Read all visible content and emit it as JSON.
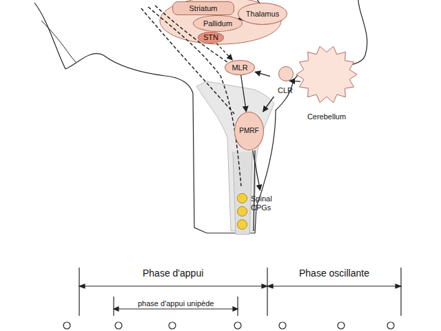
{
  "diagram": {
    "nodes": [
      {
        "text": [
          "Striatum"
        ]
      },
      {
        "text": [
          "Pallidum"
        ]
      },
      {
        "text": [
          "STN"
        ]
      },
      {
        "text": [
          "Thalamus"
        ]
      },
      {
        "text": [
          "MLR"
        ]
      },
      {
        "text": [
          "CLR"
        ]
      },
      {
        "text": [
          "Cerebellum"
        ]
      },
      {
        "text": [
          "PMRF"
        ]
      },
      {
        "text": [
          "Spinal CPGs"
        ]
      }
    ],
    "edges": [
      {
        "from": 1,
        "to": 3,
        "arrow": "to"
      },
      {
        "from": 2,
        "to": 4,
        "arrow": "to"
      },
      {
        "from": 4,
        "to": 7,
        "arrow": "to"
      },
      {
        "from": 5,
        "to": 4,
        "arrow": "to"
      },
      {
        "from": 5,
        "to": 7,
        "arrow": "to"
      },
      {
        "from": 5,
        "to": 6,
        "arrow": "to"
      },
      {
        "from": 7,
        "to": 8,
        "arrow": "to"
      }
    ],
    "labels": [
      "Phase d'appui",
      "phase d'appui unipède",
      "Phase oscillante"
    ]
  }
}
